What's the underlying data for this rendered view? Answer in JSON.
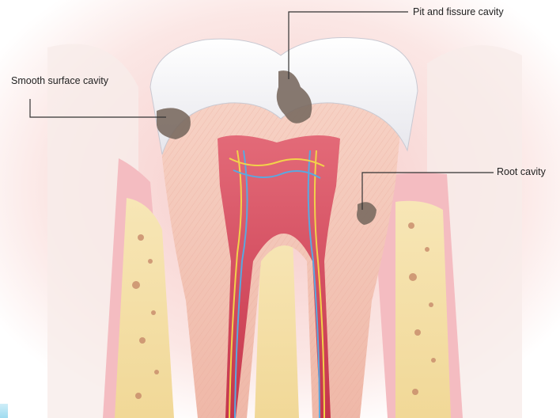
{
  "labels": {
    "smooth_surface": "Smooth surface cavity",
    "pit_fissure": "Pit and fissure cavity",
    "root": "Root cavity"
  },
  "colors": {
    "enamel": "#f4f4f6",
    "dentin": "#f3c3b4",
    "pulp": "#d2455a",
    "gum": "#f2b3b9",
    "bone": "#f2dfa8",
    "cavity": "#7a6a60",
    "leader_line": "#333333"
  }
}
